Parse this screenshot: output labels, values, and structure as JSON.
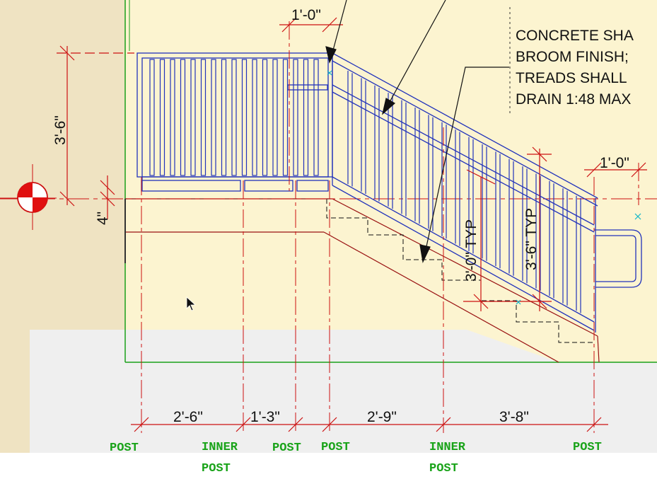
{
  "drawing": {
    "note_lines": [
      "CONCRETE SHA",
      "BROOM FINISH;",
      "TREADS SHALL",
      "DRAIN 1:48 MAX"
    ],
    "dimensions": {
      "top_rail_ext_left": "1'-0\"",
      "top_rail_ext_right": "1'-0\"",
      "guard_height": "3'-6\"",
      "curb": "4\"",
      "handrail_typ": "3'-0\" TYP",
      "guard_typ": "3'-6\" TYP",
      "span_1": "2'-6\"",
      "span_2": "1'-3\"",
      "span_3": "2'-9\"",
      "span_4": "3'-8\""
    },
    "post_labels": [
      {
        "line1": "POST",
        "line2": ""
      },
      {
        "line1": "INNER",
        "line2": "POST"
      },
      {
        "line1": "POST",
        "line2": ""
      },
      {
        "line1": "POST",
        "line2": ""
      },
      {
        "line1": "INNER",
        "line2": "POST"
      },
      {
        "line1": "POST",
        "line2": ""
      }
    ],
    "colors": {
      "paper": "#fcf4d0",
      "wall": "#efe3c2",
      "rail": "#2233bb",
      "dim_line": "#cc1111",
      "label": "#19a319",
      "gray_fill": "#efefef"
    }
  }
}
